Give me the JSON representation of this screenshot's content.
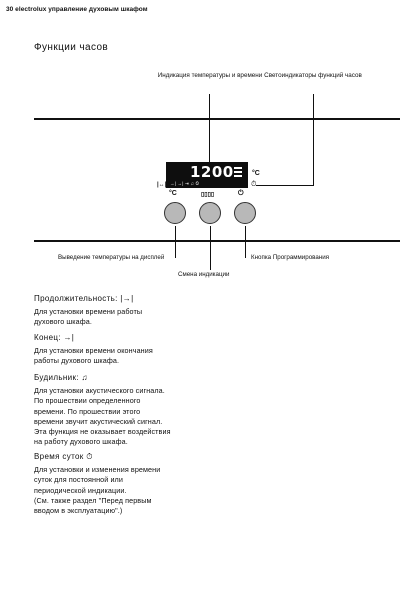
{
  "header": "30 electrolux управление духовым шкафом",
  "section_title": "Функции часов",
  "callouts": {
    "temp_time_indicator": "Индикация температуры и времени",
    "clock_function_lights": "Светоиндикаторы функций часов",
    "show_temp": "Выведение температуры на дисплей",
    "change_indication": "Смена индикации",
    "program_button": "Кнопка Программирования"
  },
  "panel": {
    "display_time": "1200",
    "display_indicators": "→|  →|   ⇥  ♫  ⏲",
    "celsius_symbol": "°C",
    "clock_symbol": "⏱",
    "left_arrow": "|↔|",
    "button_temp_label": "°C",
    "button_mode_label": "▯▯▯▯",
    "button_program_label": "⏻"
  },
  "functions": [
    {
      "term": "Продолжительность: |→|",
      "desc": [
        "Для установки времени работы",
        "духового шкафа."
      ]
    },
    {
      "term": "Конец: →|",
      "desc": [
        "Для установки времени окончания",
        "работы духового шкафа."
      ]
    },
    {
      "term": "Будильник: ♫",
      "desc": [
        "Для установки акустического сигнала.",
        "По прошествии определенного",
        "времени. По прошествии этого",
        "времени звучит акустический сигнал.",
        "Эта функция не оказывает воздействия",
        "на работу духового шкафа."
      ]
    },
    {
      "term": "Время суток ⏱",
      "desc": [
        "Для установки и изменения времени",
        "суток для постоянной или",
        "периодической индикации.",
        "(См. также раздел \"Перед первым",
        "вводом в эксплуатацию\".)"
      ]
    }
  ]
}
